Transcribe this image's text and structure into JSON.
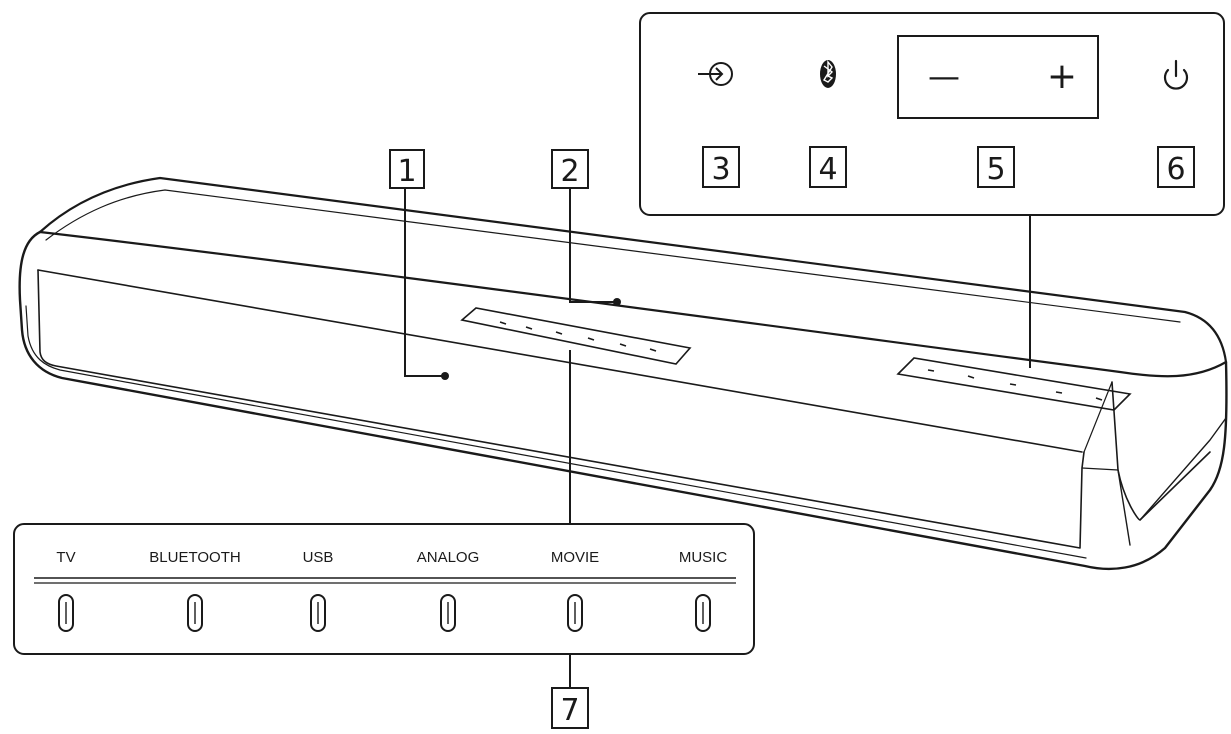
{
  "callouts": {
    "c1": "1",
    "c2": "2",
    "c3": "3",
    "c4": "4",
    "c5": "5",
    "c6": "6",
    "c7": "7"
  },
  "top_panel": {
    "icons": [
      "input-icon",
      "bluetooth-icon",
      "volume-minus-icon",
      "volume-plus-icon",
      "power-icon"
    ],
    "minus_glyph": "—",
    "plus_glyph": "+"
  },
  "indicator_panel": {
    "labels": [
      "TV",
      "BLUETOOTH",
      "USB",
      "ANALOG",
      "MOVIE",
      "MUSIC"
    ]
  }
}
